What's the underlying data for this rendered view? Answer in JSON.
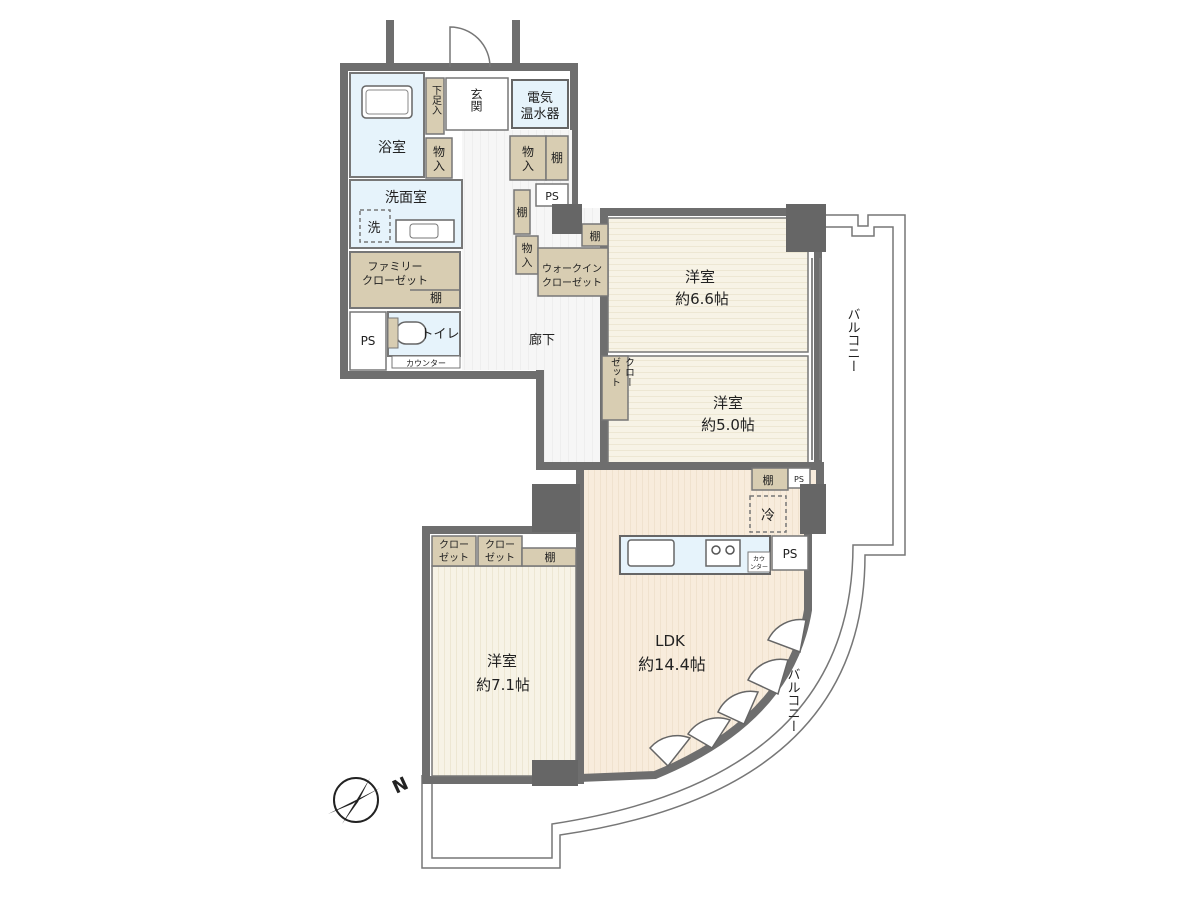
{
  "colors": {
    "wall": "#707070",
    "wall_dark": "#5c5c5c",
    "wet": "#e6f3fb",
    "storage": "#d8cdb2",
    "room": "#f7f3e6",
    "ldk": "#f8ecdc",
    "stripe": "#e4dcc4",
    "hall": "#f4f4f4"
  },
  "rooms": {
    "bath": "浴室",
    "washroom": "洗面室",
    "washer": "洗",
    "family_closet_1": "ファミリー",
    "family_closet_2": "クローゼット",
    "shelf": "棚",
    "toilet": "トイレ",
    "counter": "カウンター",
    "ps": "PS",
    "shoe_box": "下足入",
    "entrance": "玄関",
    "heater_1": "電気",
    "heater_2": "温水器",
    "storage_1": "物",
    "storage_2": "入",
    "corridor": "廊下",
    "wic_1": "ウォークイン",
    "wic_2": "クローゼット",
    "western": "洋室",
    "size_66": "約6.6帖",
    "size_50": "約5.0帖",
    "size_71": "約7.1帖",
    "closet_v1": "クロー",
    "closet_v2": "ゼット",
    "fridge": "冷",
    "counter_small_1": "カウ",
    "counter_small_2": "ンター",
    "ldk": "LDK",
    "size_144": "約14.4帖",
    "balcony": "バルコニー"
  },
  "compass": {
    "label": "N"
  }
}
